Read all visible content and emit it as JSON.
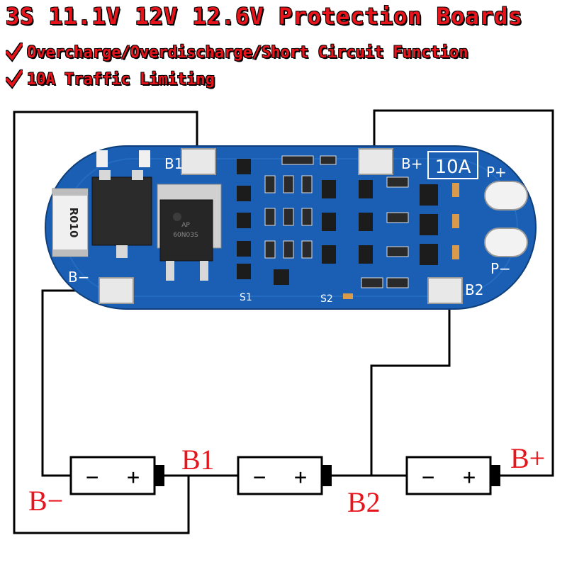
{
  "header": {
    "title": "3S 11.1V 12V 12.6V Protection Boards",
    "features": [
      "Overcharge/Overdischarge/Short Circuit Function",
      "10A Traffic Limiting"
    ]
  },
  "board": {
    "pad_b1": "B1",
    "pad_bplus": "B+",
    "rating": "10A",
    "pad_pplus": "P+",
    "pad_pminus": "P−",
    "pad_bminus": "B−",
    "pad_b2": "B2",
    "resistor": "R010",
    "silk_s1": "S1",
    "silk_s2": "S2",
    "mosfet_marking_1": "AP",
    "mosfet_marking_2": "60N03S"
  },
  "cells": [
    {
      "minus": "−",
      "plus": "+"
    },
    {
      "minus": "−",
      "plus": "+"
    },
    {
      "minus": "−",
      "plus": "+"
    }
  ],
  "labels": {
    "b_minus": "B−",
    "b1": "B1",
    "b2": "B2",
    "b_plus": "B+"
  },
  "colors": {
    "accent_red": "#e8141b",
    "pcb_blue": "#1a5fb4",
    "wire": "#000000"
  }
}
